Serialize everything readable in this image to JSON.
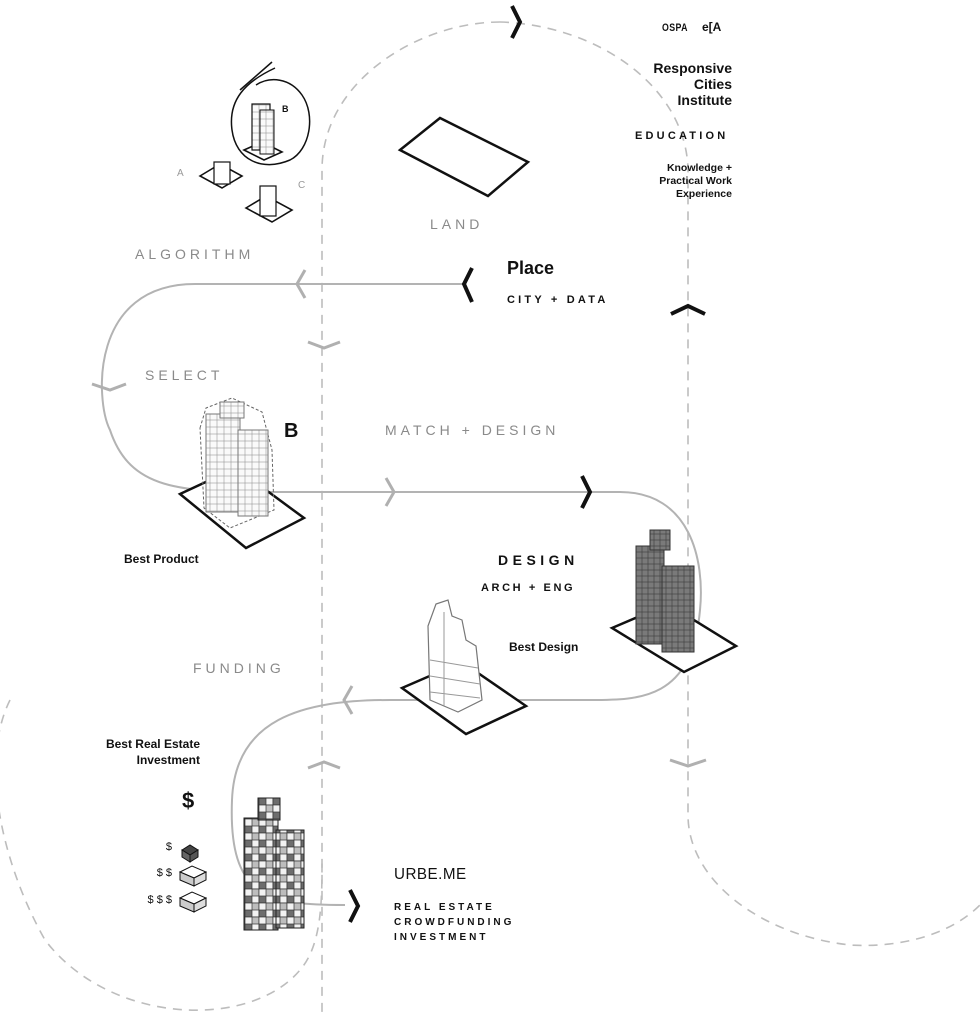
{
  "header": {
    "logo_left": "OSPA",
    "logo_right": "e[A",
    "org_name": [
      "Responsive",
      "Cities",
      "Institute"
    ],
    "category": "EDUCATION",
    "description": [
      "Knowledge +",
      "Practical Work",
      "Experience"
    ]
  },
  "nodes": {
    "land": "LAND",
    "algorithm": "ALGORITHM",
    "algorithm_options": [
      "A",
      "B",
      "C"
    ],
    "place_title": "Place",
    "place_sub": "CITY + DATA",
    "select": "SELECT",
    "selected_option": "B",
    "match_design": "MATCH + DESIGN",
    "best_product": "Best Product",
    "design_title": "DESIGN",
    "design_sub": "ARCH + ENG",
    "best_design": "Best Design",
    "funding": "FUNDING",
    "best_investment": [
      "Best Real Estate",
      "Investment"
    ],
    "dollar_big": "$",
    "dollar_tiers": [
      "$",
      "$ $",
      "$ $ $"
    ],
    "urbe_logo": "URBE.ME",
    "urbe_sub": [
      "REAL ESTATE",
      "CROWDFUNDING",
      "INVESTMENT"
    ]
  },
  "colors": {
    "path_solid": "#b3b3b3",
    "path_dashed": "#bdbdbd",
    "arrow_dark": "#111111",
    "label_grey": "#8a8a8a"
  }
}
